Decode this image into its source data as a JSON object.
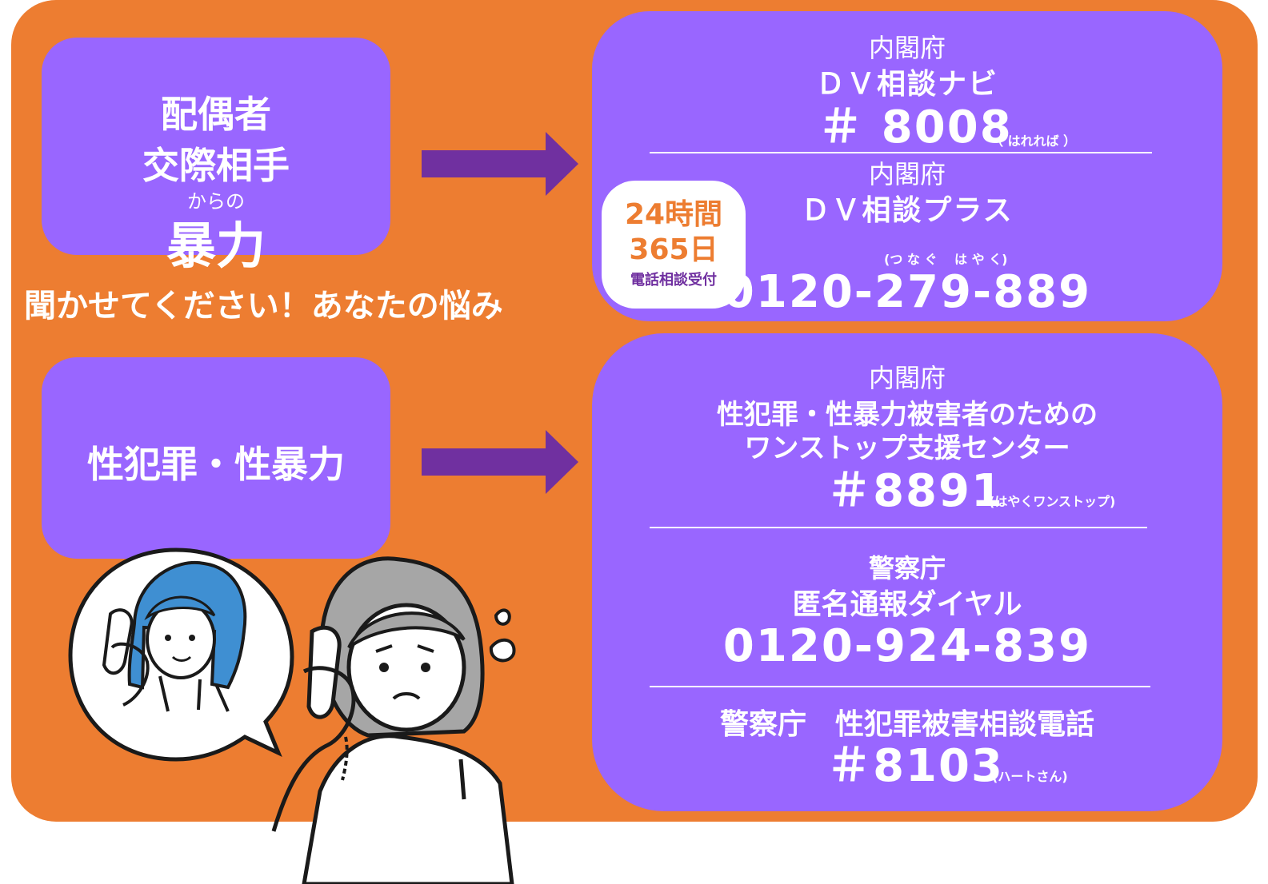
{
  "colors": {
    "background": "#ED7D31",
    "box": "#9966FF",
    "arrow": "#7030A0",
    "badge_bg": "#FFFFFF"
  },
  "left_top": {
    "line1": "配偶者",
    "line2": "交際相手",
    "line3": "からの",
    "line4": "暴力"
  },
  "left_bottom": {
    "label": "性犯罪・性暴力"
  },
  "tagline": "聞かせてください！あなたの悩み",
  "badge": {
    "line1": "24時間",
    "line2": "365日",
    "line3": "電話相談受付"
  },
  "dv": {
    "navi": {
      "ministry": "内閣府",
      "service": "ＤＶ相談ナビ",
      "number": "＃ 8008",
      "reading": "（ はれれば ）"
    },
    "plus": {
      "ministry": "内閣府",
      "service": "ＤＶ相談プラス",
      "reading": "(つ な ぐ　 は や く)",
      "number": "0120-279-889"
    }
  },
  "sexual": {
    "onestop": {
      "ministry": "内閣府",
      "service_line1": "性犯罪・性暴力被害者のための",
      "service_line2": "ワンストップ支援センター",
      "number": "＃8891",
      "reading": "(はやくワンストップ)"
    },
    "anonymous": {
      "agency": "警察庁",
      "service": "匿名通報ダイヤル",
      "number": "0120-924-839"
    },
    "police": {
      "agency": "警察庁",
      "service": "性犯罪被害相談電話",
      "number": "＃8103",
      "reading": "(ハートさん)"
    }
  },
  "icons": [
    "right-arrow-icon",
    "counselor-speech-bubble-icon",
    "worried-woman-on-phone-icon"
  ]
}
